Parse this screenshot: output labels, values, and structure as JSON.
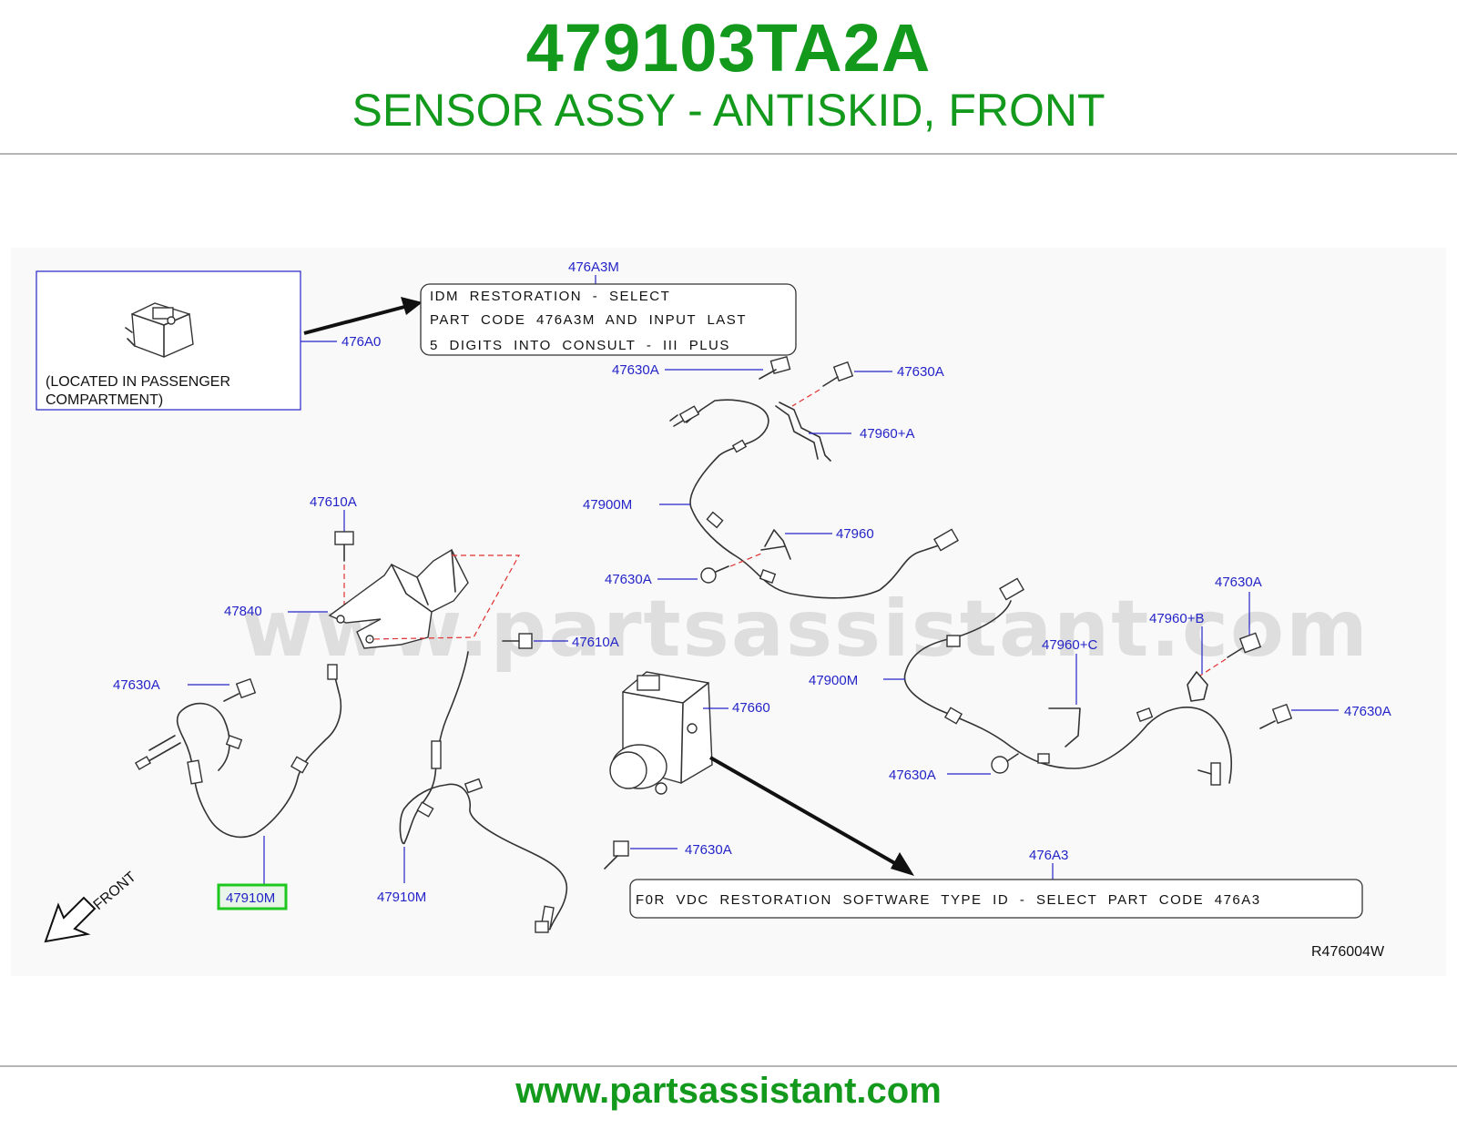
{
  "header": {
    "part_number": "479103TA2A",
    "description": "SENSOR ASSY - ANTISKID, FRONT"
  },
  "diagram": {
    "watermark": "www.partsassistant.com",
    "reference_code": "R476004W",
    "front_label": "FRONT",
    "location_note": {
      "line1": "(LOCATED IN PASSENGER",
      "line2": "COMPARTMENT)"
    },
    "idm_note": {
      "line1": "IDM RESTORATION - SELECT",
      "line2": "PART CODE 476A3M AND INPUT LAST",
      "line3": "5 DIGITS INTO CONSULT - III PLUS"
    },
    "vdc_note": "F0R VDC RESTORATION SOFTWARE TYPE ID - SELECT PART CODE 476A3",
    "highlighted_part": "47910M",
    "colors": {
      "brand_green": "#139a1d",
      "label_blue": "#2424c8",
      "highlight_green": "#1ec81e",
      "dash_red": "#e03030"
    },
    "labels": {
      "l476a3m": "476A3M",
      "l476a0": "476A0",
      "l47630a_1": "47630A",
      "l47630a_2": "47630A",
      "l47960a": "47960+A",
      "l47900m_1": "47900M",
      "l47960": "47960",
      "l47630a_3": "47630A",
      "l47610a_1": "47610A",
      "l47840": "47840",
      "l47610a_2": "47610A",
      "l47630a_4": "47630A",
      "l47630a_5": "47630A",
      "l47960b": "47960+B",
      "l47960c": "47960+C",
      "l47900m_2": "47900M",
      "l47660": "47660",
      "l47630a_6": "47630A",
      "l47630a_7": "47630A",
      "l47630a_8": "47630A",
      "l476a3": "476A3",
      "l47910m_2": "47910M"
    }
  },
  "footer": {
    "url": "www.partsassistant.com"
  }
}
